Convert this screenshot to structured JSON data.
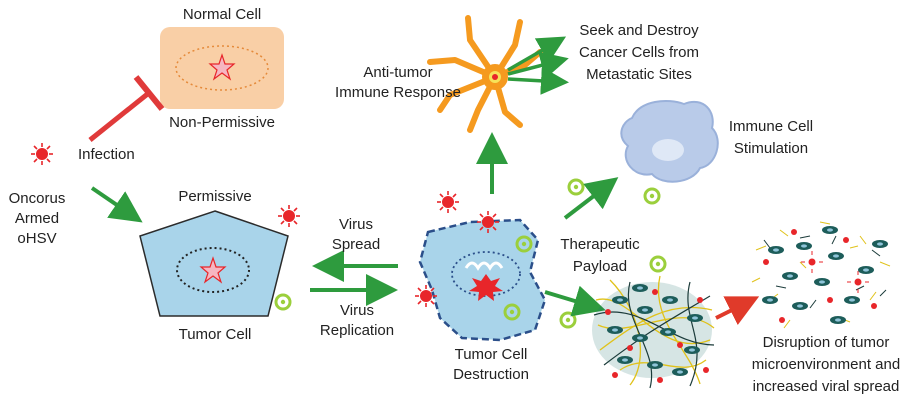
{
  "labels": {
    "normal_cell": "Normal Cell",
    "non_permissive": "Non-Permissive",
    "infection": "Infection",
    "oncorus_l1": "Oncorus",
    "oncorus_l2": "Armed",
    "oncorus_l3": "oHSV",
    "permissive": "Permissive",
    "tumor_cell": "Tumor Cell",
    "virus_spread_l1": "Virus",
    "virus_spread_l2": "Spread",
    "virus_replication_l1": "Virus",
    "virus_replication_l2": "Replication",
    "antitumor_l1": "Anti-tumor",
    "antitumor_l2": "Immune Response",
    "seek_l1": "Seek and Destroy",
    "seek_l2": "Cancer Cells from",
    "seek_l3": "Metastatic Sites",
    "immune_stim_l1": "Immune Cell",
    "immune_stim_l2": "Stimulation",
    "therapeutic_l1": "Therapeutic",
    "therapeutic_l2": "Payload",
    "destruction_l1": "Tumor Cell",
    "destruction_l2": "Destruction",
    "disruption_l1": "Disruption of tumor",
    "disruption_l2": "microenvironment and",
    "disruption_l3": "increased viral spread"
  },
  "colors": {
    "arrow_green": "#2e9b3e",
    "inhibit_red": "#e03a3a",
    "virus_red": "#e8262a",
    "normal_cell_fill": "#f9cfa6",
    "tumor_cell_fill": "#a9d4ea",
    "immune_cell_fill": "#b9cbe9",
    "dendritic_orange": "#f59a1f",
    "payload_green": "#9bcf3c"
  }
}
